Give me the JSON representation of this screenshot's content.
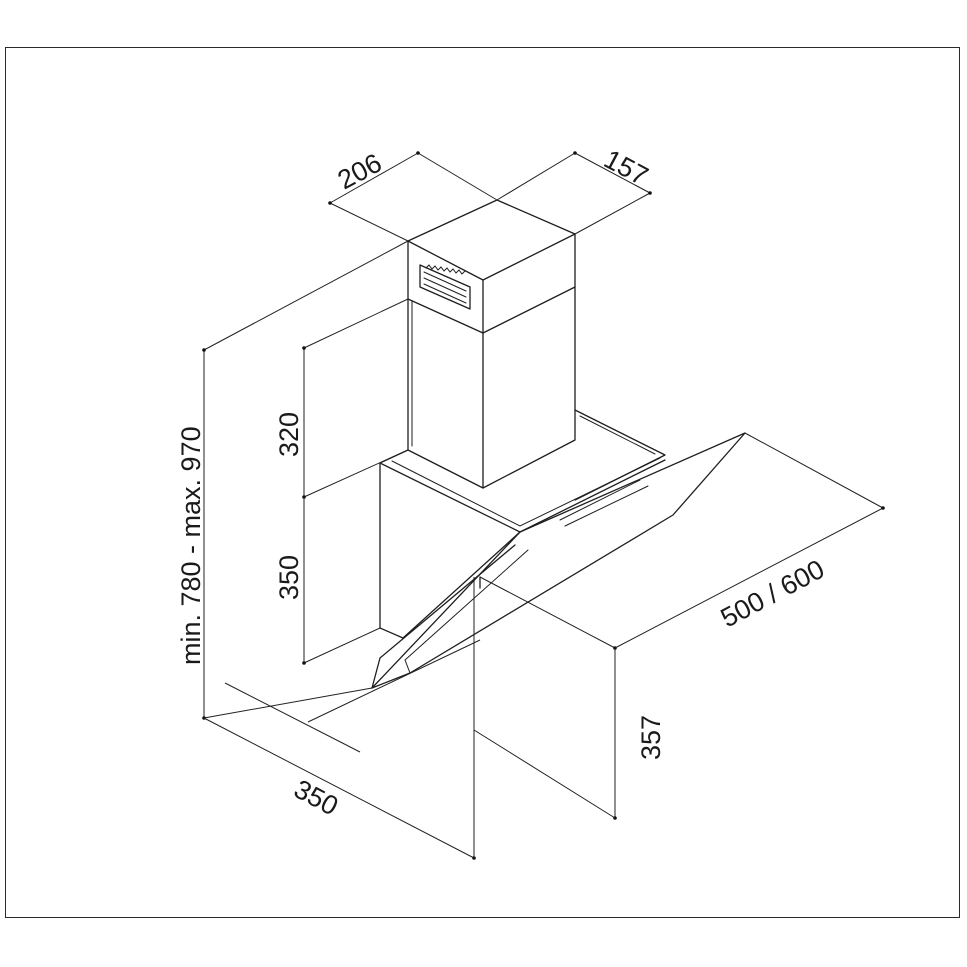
{
  "drawing": {
    "labels": {
      "chimney_width": "206",
      "chimney_depth": "157",
      "chimney_height": "320",
      "body_height": "350",
      "total_height": "min. 780 - max. 970",
      "depth": "350",
      "width": "500 / 600",
      "glass_height": "357"
    }
  }
}
